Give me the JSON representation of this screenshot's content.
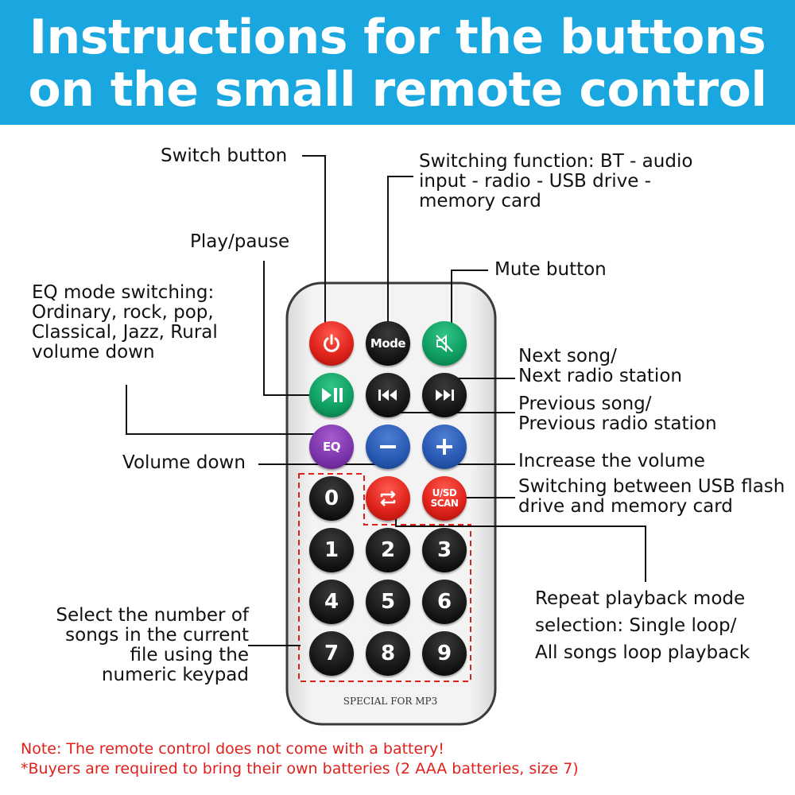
{
  "header": {
    "line1": "Instructions for the buttons",
    "line2": "on the small remote control"
  },
  "labels": {
    "switch": "Switch button",
    "mode_function": "Switching function: BT - audio\ninput - radio - USB drive -\nmemory card",
    "play_pause": "Play/pause",
    "mute": "Mute button",
    "eq": "EQ mode switching:\nOrdinary, rock, pop,\nClassical, Jazz, Rural\nvolume down",
    "next": "Next song/\nNext radio station",
    "previous": "Previous song/\nPrevious radio station",
    "volume_down": "Volume down",
    "volume_up": "Increase the volume",
    "usb_sd": "Switching between USB flash\ndrive and memory card",
    "repeat": "Repeat playback mode\nselection: Single loop/\nAll songs loop playback",
    "numeric": "Select the number of\nsongs in the current\nfile using the\nnumeric keypad"
  },
  "remote": {
    "mode_label": "Mode",
    "eq_label": "EQ",
    "scan_top": "U/SD",
    "scan_bottom": "SCAN",
    "digits": [
      "0",
      "1",
      "2",
      "3",
      "4",
      "5",
      "6",
      "7",
      "8",
      "9"
    ],
    "footer": "SPECIAL FOR MP3"
  },
  "notes": {
    "line1": "Note: The remote control does not come with a battery!",
    "line2": "*Buyers are required to bring their own batteries (2 AAA batteries, size 7)"
  },
  "colors": {
    "banner": "#1aa6df",
    "note": "#e0201b",
    "dashed_box": "#e0201b"
  }
}
